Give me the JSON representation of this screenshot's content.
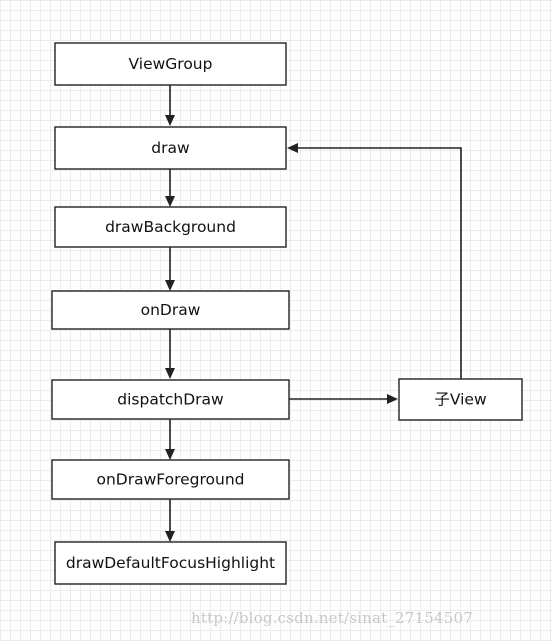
{
  "nodes": {
    "view_group": "ViewGroup",
    "draw": "draw",
    "draw_background": "drawBackground",
    "on_draw": "onDraw",
    "dispatch_draw": "dispatchDraw",
    "child_view": "子View",
    "on_draw_foreground": "onDrawForeground",
    "draw_default_focus_highlight": "drawDefaultFocusHighlight"
  },
  "watermark": "http://blog.csdn.net/sinat_27154507",
  "colors": {
    "stroke": "#222222",
    "grid": "#ececec",
    "watermark": "#c8c8c8"
  }
}
